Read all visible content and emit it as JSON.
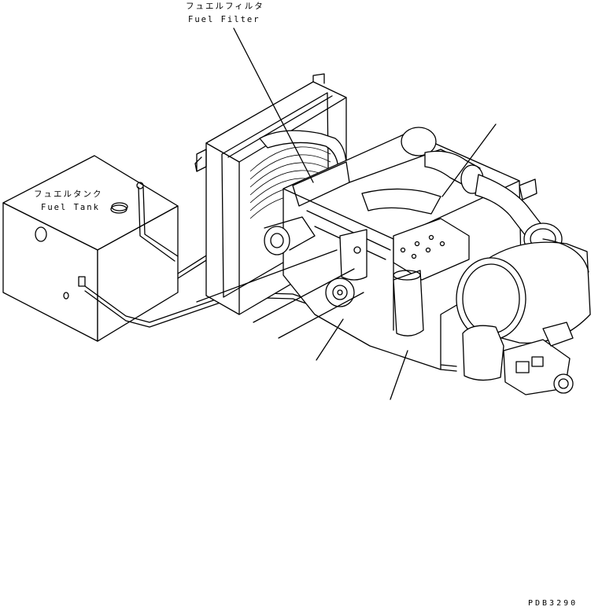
{
  "labels": {
    "fuel_filter_ja": "フュエルフィルタ",
    "fuel_filter_en": "Fuel Filter",
    "fuel_tank_ja": "フュエルタンク",
    "fuel_tank_en": "Fuel Tank",
    "drawing_code": "PDB3290"
  }
}
